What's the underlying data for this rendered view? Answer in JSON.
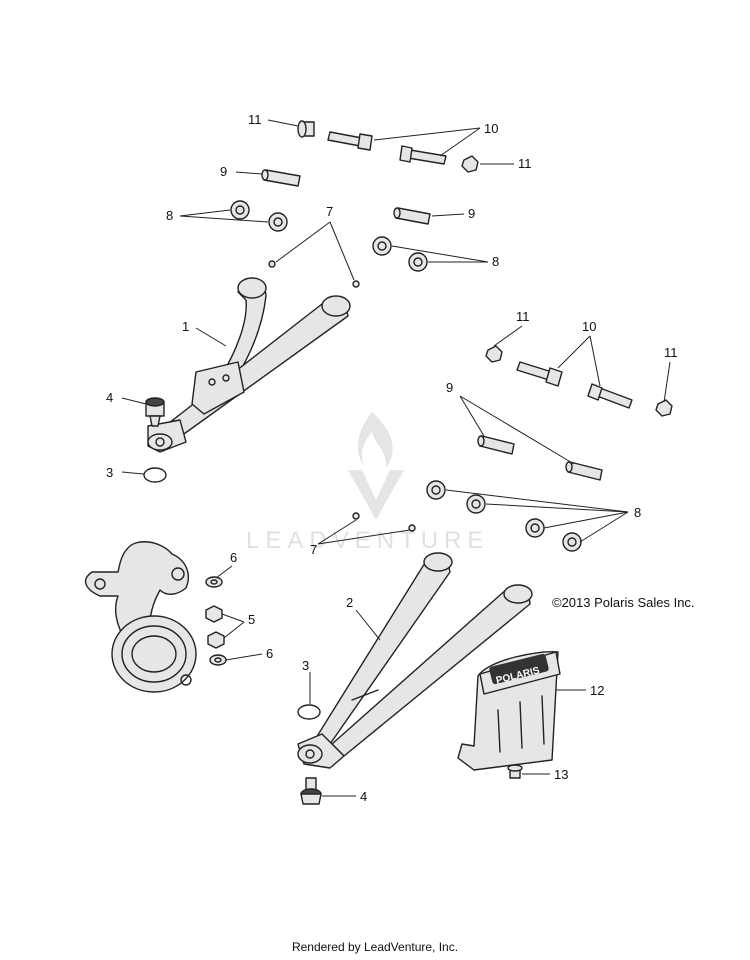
{
  "diagram": {
    "callouts": {
      "c1": "1",
      "c2": "2",
      "c3a": "3",
      "c3b": "3",
      "c4a": "4",
      "c4b": "4",
      "c5": "5",
      "c6a": "6",
      "c6b": "6",
      "c7a": "7",
      "c7b": "7",
      "c8a": "8",
      "c8b": "8",
      "c8c": "8",
      "c9a": "9",
      "c9b": "9",
      "c9c": "9",
      "c10a": "10",
      "c10b": "10",
      "c11a": "11",
      "c11b": "11",
      "c11c": "11",
      "c11d": "11",
      "c12": "12",
      "c13": "13"
    },
    "copyright": "©2013 Polaris Sales Inc.",
    "skid_plate_logo": "POLARIS",
    "watermark": "LEADVENTURE"
  },
  "footer": {
    "text": "Rendered by LeadVenture, Inc."
  }
}
